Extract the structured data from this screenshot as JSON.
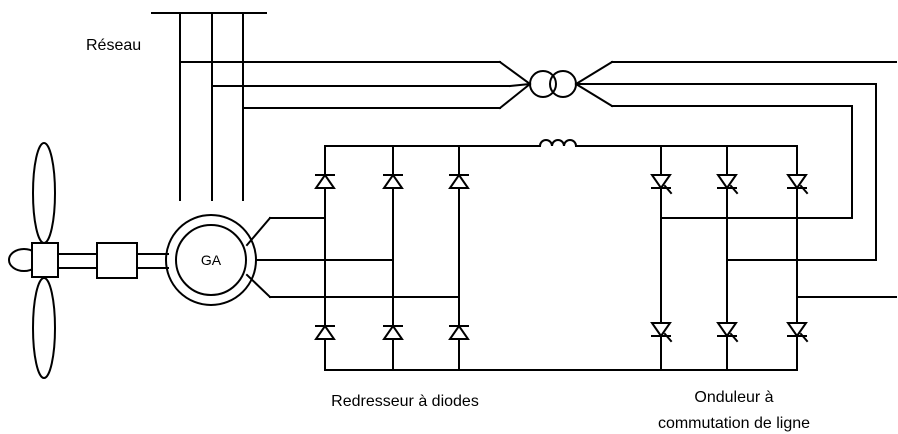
{
  "labels": {
    "grid": "Réseau",
    "generator": "GA",
    "rectifier": "Redresseur à diodes",
    "inverter_line1": "Onduleur à",
    "inverter_line2": "commutation de ligne"
  }
}
